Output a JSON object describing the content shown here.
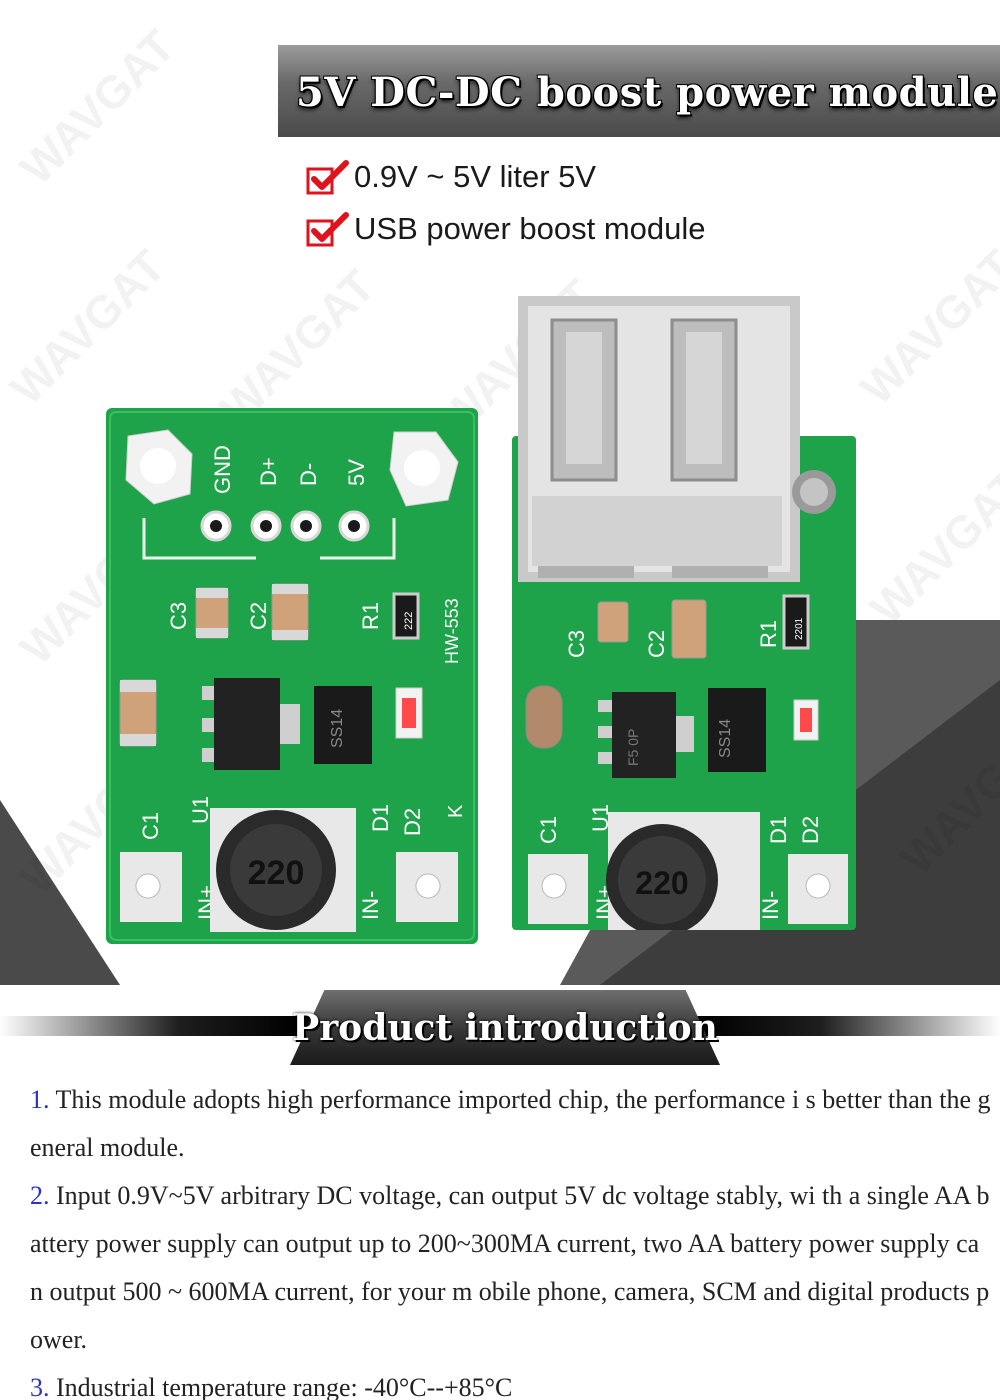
{
  "header": {
    "title": "5V DC-DC boost power module"
  },
  "features": [
    {
      "icon": "checkmark-icon",
      "text": "0.9V ~ 5V liter 5V"
    },
    {
      "icon": "checkmark-icon",
      "text": "USB power boost module"
    }
  ],
  "watermark": "WAVGAT",
  "left_board": {
    "labels": [
      "GND",
      "D+",
      "D-",
      "5V",
      "C3",
      "C2",
      "R1",
      "HW-553",
      "C1",
      "U1",
      "D1",
      "D2",
      "IN+",
      "IN-",
      "K"
    ],
    "resistor_code": "222",
    "inductor_code": "220",
    "diode_code": "SS14"
  },
  "right_board": {
    "labels": [
      "C3",
      "C2",
      "R1",
      "C1",
      "U1",
      "D1",
      "D2",
      "IN+",
      "IN-"
    ],
    "resistor_code": "2201",
    "inductor_code": "220",
    "chip_code": "F5 0P",
    "diode_code": "SS14"
  },
  "section": {
    "title": "Product introduction"
  },
  "intro": [
    {
      "num": "1.",
      "text": " This module adopts high performance imported chip, the performance i s better than the general module."
    },
    {
      "num": "2.",
      "text": " Input 0.9V~5V arbitrary DC voltage, can output 5V dc voltage stably, wi th a single AA battery power supply can output up to 200~300MA current, two AA battery power supply can output 500 ~ 600MA current, for your m obile phone, camera, SCM and digital products power."
    },
    {
      "num": "3.",
      "text": " Industrial temperature range: -40°C--+85°C"
    }
  ],
  "colors": {
    "pcb_green": "#1fa34a",
    "check_red": "#e0121b",
    "number_blue": "#2a32c8"
  }
}
